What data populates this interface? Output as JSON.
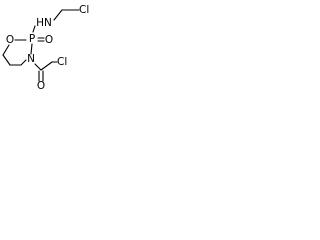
{
  "molecule": {
    "atoms": {
      "ring_oxygen": "O",
      "phosphorus": "P",
      "ring_nitrogen": "N",
      "phosphoryl_oxygen": "O",
      "amine_group": "HN",
      "chloro_ethyl": "Cl",
      "chloro_acetyl": "Cl",
      "carbonyl_oxygen": "O"
    }
  }
}
